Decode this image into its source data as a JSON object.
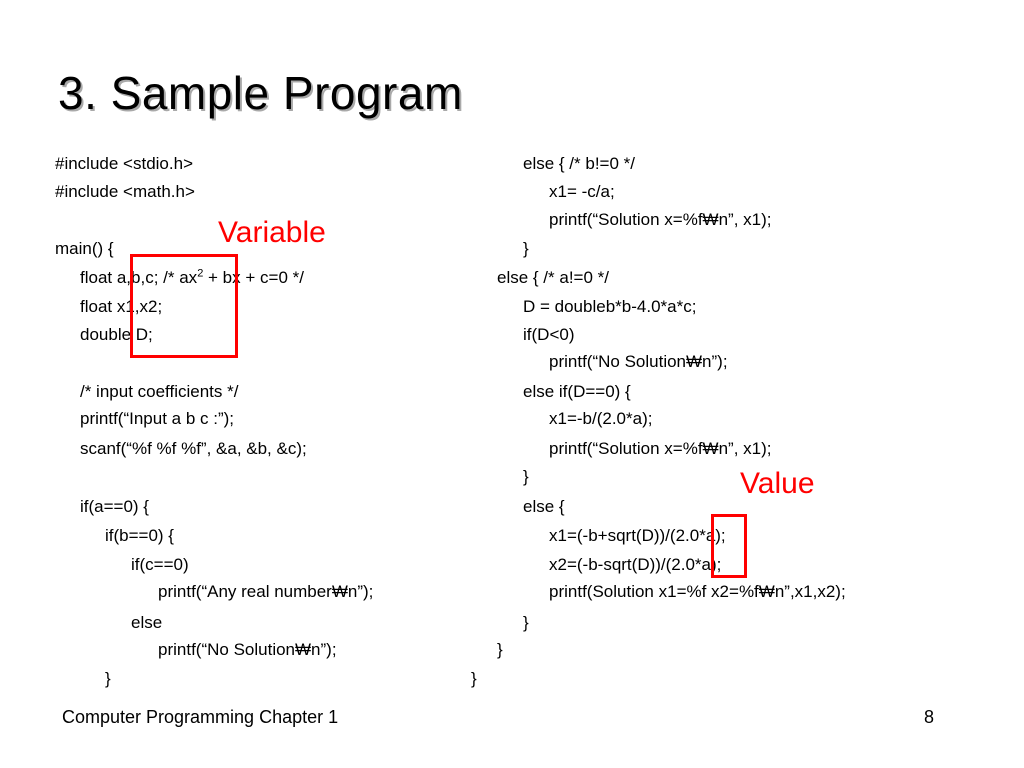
{
  "slide": {
    "title": "3. Sample Program",
    "callouts": {
      "variable": "Variable",
      "value": "Value"
    },
    "footer": {
      "text": "Computer Programming Chapter 1",
      "page_number": "8"
    },
    "accent_color": "#ff0000"
  },
  "code": {
    "left": [
      "#include    <stdio.h>",
      "#include    <math.h>",
      "main() {",
      "float    a,b,c; /* ax",
      "2",
      " + bx + c=0 */",
      "float    x1,x2;",
      "double D;",
      "/* input coefficients */",
      "printf(“Input a b c :”);",
      "scanf(“%f %f %f”, &a, &b, &c);",
      "if(a==0) {",
      "if(b==0)  {",
      "if(c==0)",
      "printf(“Any real number₩n”);",
      "else",
      "printf(“No Solution₩n”);",
      "}"
    ],
    "right": [
      "else { /* b!=0 */",
      "x1= -c/a;",
      "printf(“Solution x=%f₩n”, x1);",
      "}",
      "else { /* a!=0 */",
      "D = doubleb*b-4.0*a*c;",
      "if(D<0)",
      "printf(“No Solution₩n”);",
      "else if(D==0) {",
      "x1=-b/(2.0*a);",
      "printf(“Solution x=%f₩n”, x1);",
      "}",
      "else {",
      "x1=(-b+sqrt(D))/(2.0*a);",
      "x2=(-b-sqrt(D))/(2.0*a);",
      "printf(Solution x1=%f x2=%f₩n”,x1,x2);",
      "}",
      "}",
      "}"
    ]
  }
}
